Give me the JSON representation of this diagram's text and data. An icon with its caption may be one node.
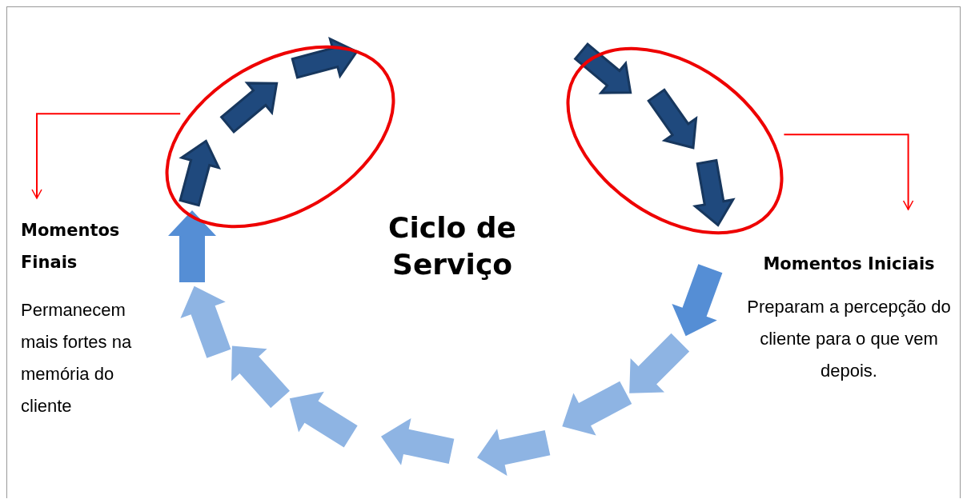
{
  "diagram": {
    "title": "Ciclo de Serviço",
    "nodes": [
      {
        "text": [
          "Momentos Finais",
          "Permanecem mais fortes na memória do cliente"
        ]
      },
      {
        "text": [],
        "shape": "ellipse"
      },
      {
        "text": [],
        "shape": "ellipse"
      },
      {
        "text": [
          "Momentos Iniciais",
          "Preparam a percepção do cliente para o que vem depois."
        ]
      }
    ],
    "edges": [
      {
        "from": 1,
        "to": 0,
        "arrow": "to",
        "color": "#ff0000"
      },
      {
        "from": 2,
        "to": 3,
        "arrow": "to",
        "color": "#ff0000"
      }
    ]
  }
}
